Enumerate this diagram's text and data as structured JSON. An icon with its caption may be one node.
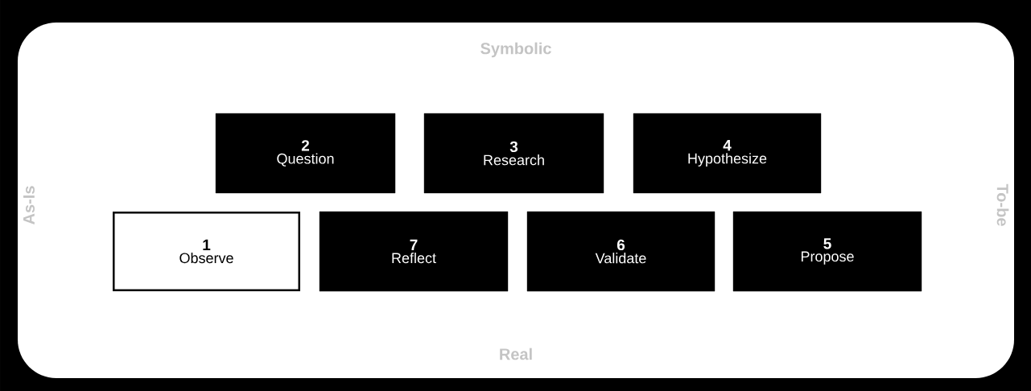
{
  "diagram": {
    "nodes": [
      {
        "text": [
          "2",
          "Question"
        ]
      },
      {
        "text": [
          "3",
          "Research"
        ]
      },
      {
        "text": [
          "4",
          "Hypothesize"
        ]
      },
      {
        "text": [
          "1",
          "Observe"
        ]
      },
      {
        "text": [
          "7",
          "Reflect"
        ]
      },
      {
        "text": [
          "6",
          "Validate"
        ]
      },
      {
        "text": [
          "5",
          "Propose"
        ]
      }
    ],
    "labels": [
      "Symbolic",
      "As-Is",
      "To-be",
      "Real"
    ]
  }
}
